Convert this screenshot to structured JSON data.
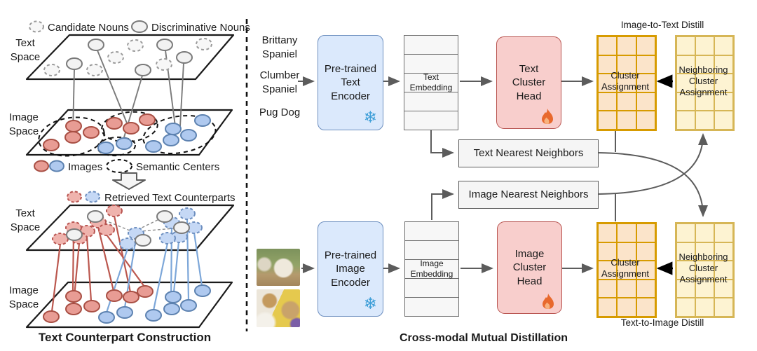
{
  "colors": {
    "encoder_fill": "#dbe9fc",
    "encoder_stroke": "#6c8ebf",
    "cluster_head_fill": "#f8cecc",
    "cluster_head_stroke": "#b85450",
    "assignment_fill": "#fbe4ca",
    "assignment_stroke": "#d79b00",
    "neighbor_fill": "#fdf3d2",
    "neighbor_stroke": "#d6b656",
    "gray_box_fill": "#f5f5f5",
    "gray_box_stroke": "#5c5c5c",
    "red_node_fill": "#e89c94",
    "red_node_stroke": "#a84f44",
    "blue_node_fill": "#afc9ef",
    "blue_node_stroke": "#5d82b0",
    "snowflake_blue": "#3f9fd8",
    "flame_orange": "#e8692d"
  },
  "icons": {
    "frozen": "❄"
  },
  "left": {
    "legend_candidate": "Candidate Nouns",
    "legend_discriminative": "Discriminative Nouns",
    "text_space_top": "Text Space",
    "image_space_top": "Image Space",
    "legend_images": "Images",
    "legend_semantic": "Semantic Centers",
    "legend_retrieved": "Retrieved Text Counterparts",
    "text_space_bottom": "Text Space",
    "image_space_bottom": "Image Space",
    "caption": "Text Counterpart Construction"
  },
  "right": {
    "words": [
      "Brittany Spaniel",
      "Clumber Spaniel",
      "Pug Dog"
    ],
    "text_encoder": "Pre-trained Text Encoder",
    "text_embedding": "Text Embedding",
    "text_cluster_head": "Text Cluster Head",
    "cluster_assignment_top": "Cluster Assignment",
    "neighboring_top": "Neighboring Cluster Assignment",
    "distill_top": "Image-to-Text Distill",
    "text_nn": "Text Nearest Neighbors",
    "image_nn": "Image Nearest Neighbors",
    "image_encoder": "Pre-trained Image Encoder",
    "image_embedding": "Image Embedding",
    "image_cluster_head": "Image Cluster Head",
    "cluster_assignment_bottom": "Cluster Assignment",
    "neighboring_bottom": "Neighboring Cluster Assignment",
    "distill_bottom": "Text-to-Image Distill",
    "caption": "Cross-modal Mutual Distillation"
  }
}
